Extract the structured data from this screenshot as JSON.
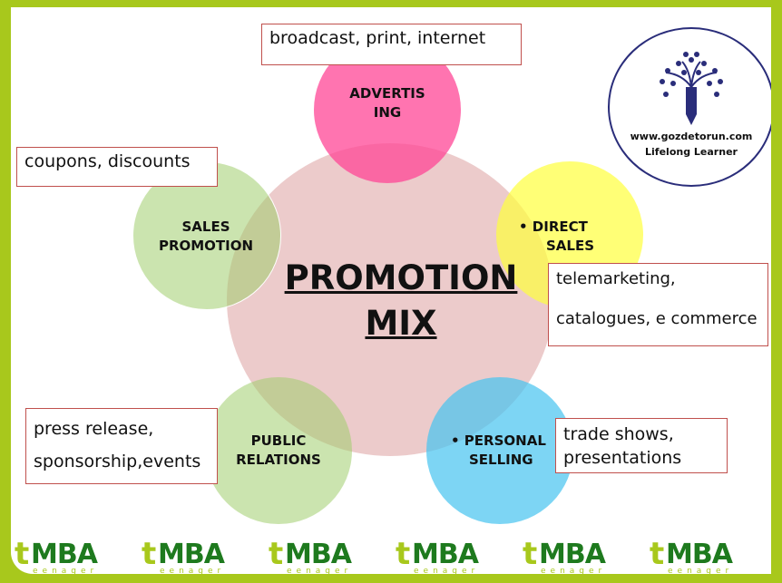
{
  "title": "PROMOTION MIX",
  "elements": [
    {
      "label": "ADVERTISING",
      "label_lines": [
        "ADVERTIS",
        "ING"
      ],
      "examples": "broadcast, print, internet",
      "color": "#ff5fa0"
    },
    {
      "label": "SALES PROMOTION",
      "label_lines": [
        "SALES",
        "PROMOTION"
      ],
      "examples": "coupons, discounts",
      "color": "#c5e0a0"
    },
    {
      "label": "DIRECT SALES",
      "label_lines": [
        "• DIRECT",
        "SALES"
      ],
      "examples_lines": [
        "telemarketing,",
        "catalogues, e commerce"
      ],
      "color": "#ffff66"
    },
    {
      "label": "PUBLIC RELATIONS",
      "label_lines": [
        "PUBLIC",
        "RELATIONS"
      ],
      "examples_lines": [
        "press release,",
        "sponsorship,events"
      ],
      "color": "#c5e0a0"
    },
    {
      "label": "PERSONAL SELLING",
      "label_lines": [
        "• PERSONAL",
        "SELLING"
      ],
      "examples_lines": [
        "trade shows,",
        "presentations"
      ],
      "color": "#5ecbef"
    }
  ],
  "badge": {
    "url": "www.gozdetorun.com",
    "tagline": "Lifelong Learner"
  },
  "footer_logo": {
    "t": "t",
    "mba": "MBA",
    "sub": "eenager"
  }
}
